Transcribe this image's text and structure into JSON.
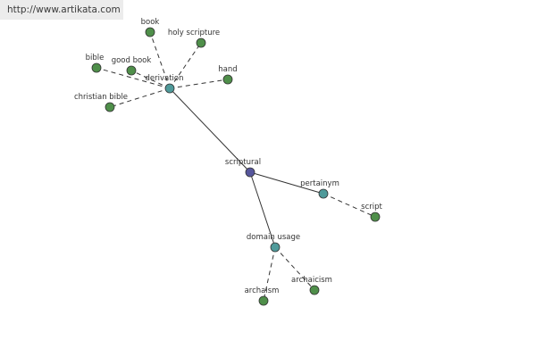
{
  "watermark": {
    "text": "http://www.artikata.com"
  },
  "colors": {
    "center": "#56569c",
    "hub": "#4f9a9a",
    "leaf": "#4f8f4a"
  },
  "graph": {
    "center": {
      "id": "scriptural",
      "label": "scriptural"
    },
    "hubs": [
      {
        "id": "derivation",
        "label": "derivation"
      },
      {
        "id": "pertainym",
        "label": "pertainym"
      },
      {
        "id": "domain-usage",
        "label": "domain usage"
      }
    ],
    "leaves": [
      {
        "id": "book",
        "label": "book",
        "hub": "derivation"
      },
      {
        "id": "holy-scripture",
        "label": "holy scripture",
        "hub": "derivation"
      },
      {
        "id": "bible",
        "label": "bible",
        "hub": "derivation"
      },
      {
        "id": "good-book",
        "label": "good book",
        "hub": "derivation"
      },
      {
        "id": "hand",
        "label": "hand",
        "hub": "derivation"
      },
      {
        "id": "christian-bible",
        "label": "christian bible",
        "hub": "derivation"
      },
      {
        "id": "script",
        "label": "script",
        "hub": "pertainym"
      },
      {
        "id": "archaicism",
        "label": "archaicism",
        "hub": "domain-usage"
      },
      {
        "id": "archaism",
        "label": "archaism",
        "hub": "domain-usage"
      }
    ]
  }
}
